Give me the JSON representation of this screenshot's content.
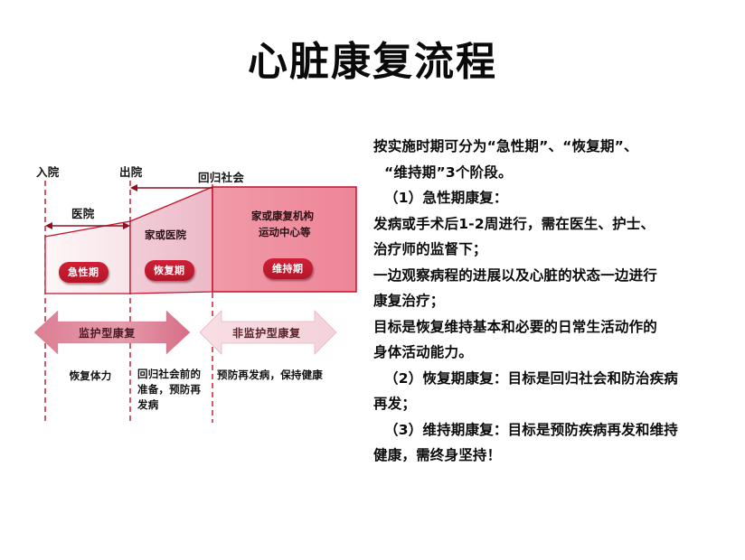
{
  "title": "心脏康复流程",
  "body_text": {
    "lines": [
      "按实施时期可分为“急性期”、“恢复期”、",
      "“维持期”3个阶段。",
      "（1）急性期康复：",
      "发病或手术后1-2周进行，需在医生、护士、",
      "治疗师的监督下；",
      "一边观察病程的进展以及心脏的状态一边进行",
      "康复治疗；",
      "目标是恢复维持基本和必要的日常生活动作的",
      "身体活动能力。",
      "（2）恢复期康复：目标是回归社会和防治疾病",
      "再发；",
      "（3）维持期康复：目标是预防疾病再发和维持",
      "健康，需终身坚持！"
    ]
  },
  "diagram": {
    "timeline_markers": [
      {
        "label": "入院"
      },
      {
        "label": "出院"
      },
      {
        "label": "回归社会"
      }
    ],
    "span_label": "医院",
    "zones": [
      {
        "name": "急性期",
        "setting": "",
        "pill": "急性期",
        "fill": "#fbeef1"
      },
      {
        "name": "恢复期",
        "setting": "家或医院",
        "pill": "恢复期",
        "fill": "#eec2cf"
      },
      {
        "name": "维持期",
        "setting_line1": "家或康复机构",
        "setting_line2": "运动中心等",
        "pill": "维持期",
        "fill": "#ef8fa1"
      }
    ],
    "arrows": [
      {
        "label": "监护型康复",
        "fill": "#e08296"
      },
      {
        "label": "非监护型康复",
        "fill": "#f7dce2"
      }
    ],
    "captions": [
      "恢复体力",
      "回归社会前的\n准备，预防再\n发病",
      "预防再发病，保持健康"
    ],
    "caption_2_lines": [
      "回归社会前的",
      "准备，预防再",
      "发病"
    ],
    "outline_color": "#c4112a"
  }
}
